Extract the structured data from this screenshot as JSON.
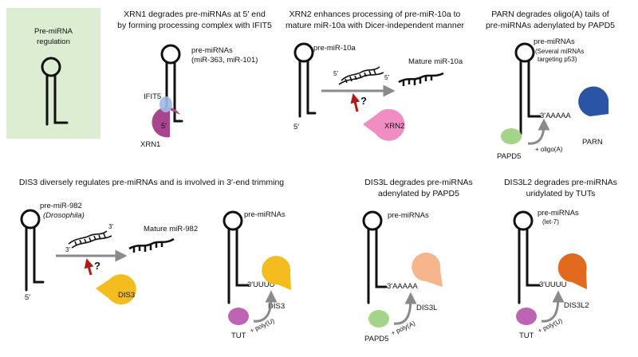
{
  "colors": {
    "inset_bg": "#dcedd2",
    "ifit5": "#9dbbe3",
    "xrn1": "#a8458e",
    "xrn2": "#f08ec4",
    "parn": "#2c54a6",
    "papd5": "#a3d48a",
    "dis3": "#f3bd1f",
    "dis3l": "#f7b58c",
    "dis3l2": "#e26a1f",
    "tut": "#bd65b2",
    "red_arrow": "#b01a1a",
    "gray_arrow": "#8a8a8a"
  },
  "inset": {
    "label_line1": "Pre-miRNA",
    "label_line2": "regulation"
  },
  "panel_xrn1": {
    "title_line1": "XRN1 degrades pre-miRNAs at 5′ end",
    "title_line2": "by forming processing complex with IFIT5",
    "rna_label_line1": "pre-miRNAs",
    "rna_label_line2": "(miR-363, miR-101)",
    "ifit5": "IFIT5",
    "xrn1": "XRN1",
    "five_prime": "5′"
  },
  "panel_xrn2": {
    "title_line1": "XRN2 enhances processing of pre-miR-10a to",
    "title_line2": "mature miR-10a with Dicer-independent manner",
    "rna_label": "pre-miR-10a",
    "five_prime_left": "5′",
    "five_prime_a": "5′",
    "five_prime_b": "5′",
    "mature": "Mature miR-10a",
    "question": "?",
    "xrn2": "XRN2"
  },
  "panel_parn": {
    "title_line1": "PARN degrades oligo(A) tails of",
    "title_line2": "pre-miRNAs adenylated by PAPD5",
    "rna_label": "pre-miRNAs",
    "rna_sub_line1": "(Several miRNAs",
    "rna_sub_line2": "targeting p53)",
    "tail": "3′AAAAA",
    "papd5": "PAPD5",
    "parn": "PARN",
    "oligo": "+ oligo(A)"
  },
  "panel_dis3": {
    "title": "DIS3 diversely regulates pre-miRNAs and is involved in 3′-end trimming",
    "rna_label_a": "pre-miR-982",
    "rna_label_b": "(Drosophila)",
    "three_prime_a": "3′",
    "three_prime_b": "3′",
    "five_prime": "5′",
    "mature": "Mature miR-982",
    "question": "?",
    "dis3_a": "DIS3",
    "rna_label_2": "pre-miRNAs",
    "tail": "3′UUUU",
    "dis3_b": "DIS3",
    "tut": "TUT",
    "poly": "+ poly(U)"
  },
  "panel_dis3l": {
    "title_line1": "DIS3L degrades pre-miRNAs",
    "title_line2": "adenylated by PAPD5",
    "rna_label": "pre-miRNAs",
    "tail": "3′AAAAA",
    "dis3l": "DIS3L",
    "papd5": "PAPD5",
    "poly": "+ poly(A)"
  },
  "panel_dis3l2": {
    "title_line1": "DIS3L2 degrades pre-miRNAs",
    "title_line2": "uridylated by TUTs",
    "rna_label": "pre-miRNAs",
    "rna_sub": "(let-7)",
    "tail": "3′UUUU",
    "dis3l2": "DIS3L2",
    "tut": "TUT",
    "poly": "+ poly(U)"
  }
}
